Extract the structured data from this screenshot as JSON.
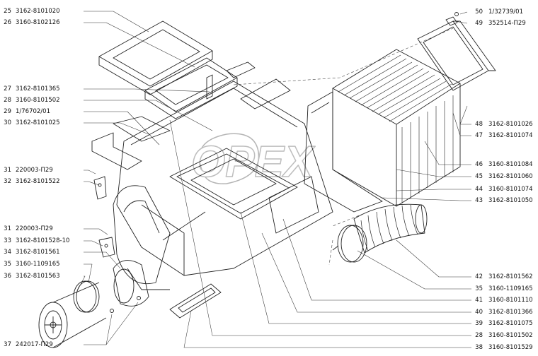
{
  "watermark": {
    "text": "OPEX"
  },
  "left_labels": [
    {
      "num": "25",
      "code": "3162-8101020"
    },
    {
      "num": "26",
      "code": "3160-8102126"
    },
    {
      "num": "27",
      "code": "3162-8101365"
    },
    {
      "num": "28",
      "code": "3160-8101502"
    },
    {
      "num": "29",
      "code": "1/76702/01"
    },
    {
      "num": "30",
      "code": "3162-8101025"
    },
    {
      "num": "31",
      "code": "220003-П29"
    },
    {
      "num": "32",
      "code": "3162-8101522"
    },
    {
      "num": "31",
      "code": "220003-П29"
    },
    {
      "num": "33",
      "code": "3162-8101528-10"
    },
    {
      "num": "34",
      "code": "3162-8101561"
    },
    {
      "num": "35",
      "code": "3160-1109165"
    },
    {
      "num": "36",
      "code": "3162-8101563"
    },
    {
      "num": "37",
      "code": "242017-П29"
    }
  ],
  "right_labels": [
    {
      "num": "50",
      "code": "1/32739/01"
    },
    {
      "num": "49",
      "code": "352514-П29"
    },
    {
      "num": "48",
      "code": "3162-8101026"
    },
    {
      "num": "47",
      "code": "3162-8101074"
    },
    {
      "num": "46",
      "code": "3160-8101084"
    },
    {
      "num": "45",
      "code": "3162-8101060"
    },
    {
      "num": "44",
      "code": "3160-8101074"
    },
    {
      "num": "43",
      "code": "3162-8101050"
    },
    {
      "num": "42",
      "code": "3162-8101562"
    },
    {
      "num": "35",
      "code": "3160-1109165"
    },
    {
      "num": "41",
      "code": "3160-8101110"
    },
    {
      "num": "40",
      "code": "3162-8101366"
    },
    {
      "num": "39",
      "code": "3162-8101075"
    },
    {
      "num": "28",
      "code": "3160-8101502"
    },
    {
      "num": "38",
      "code": "3160-8101529"
    }
  ]
}
